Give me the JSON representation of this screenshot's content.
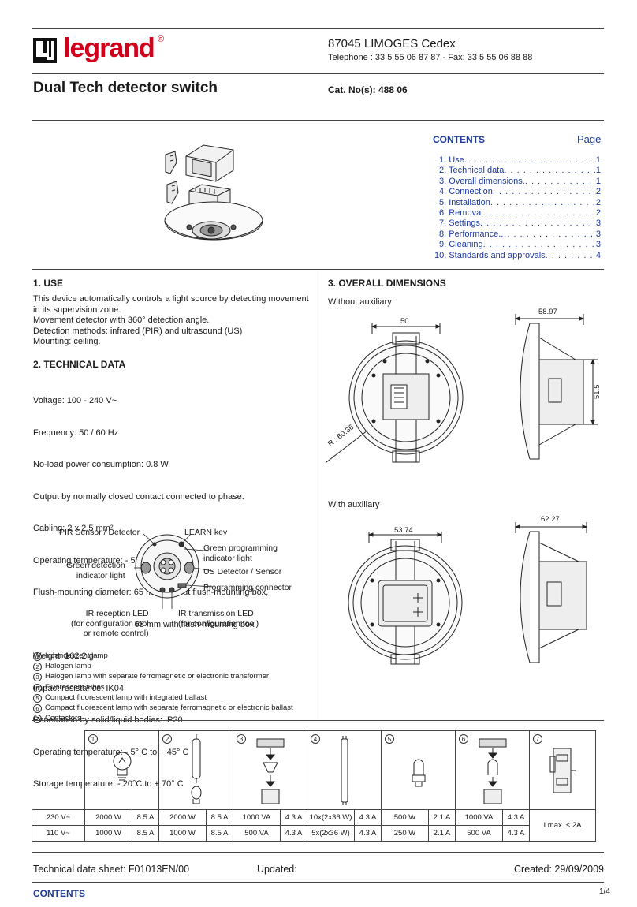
{
  "header": {
    "brand": "legrand",
    "brand_reg": "®",
    "company": "87045 LIMOGES Cedex",
    "phone": "Telephone : 33 5 55 06 87 87 - Fax: 33 5 55 06 88 88",
    "title": "Dual Tech detector switch",
    "cat_no": "Cat. No(s): 488 06"
  },
  "contents": {
    "title": "CONTENTS",
    "page_label": "Page",
    "items": [
      {
        "label": "1. Use.",
        "page": "1"
      },
      {
        "label": "2. Technical data",
        "page": "1"
      },
      {
        "label": "3. Overall dimensions.",
        "page": "1"
      },
      {
        "label": "4. Connection",
        "page": "2"
      },
      {
        "label": "5. Installation",
        "page": "2"
      },
      {
        "label": "6. Removal",
        "page": "2"
      },
      {
        "label": "7. Settings",
        "page": "3"
      },
      {
        "label": "8. Performance.",
        "page": "3"
      },
      {
        "label": "9. Cleaning",
        "page": "3"
      },
      {
        "label": "10. Standards and approvals",
        "page": "4"
      }
    ]
  },
  "use": {
    "title": "1. USE",
    "lines": [
      "This device automatically controls a light source by detecting movement",
      "in its supervision zone.",
      "Movement detector with 360° detection angle.",
      "Detection methods: infrared (PIR) and ultrasound (US)",
      "Mounting: ceiling."
    ]
  },
  "tech": {
    "title": "2. TECHNICAL DATA",
    "lines": [
      "Voltage: 100 - 240 V~",
      "Frequency: 50 / 60 Hz",
      "No-load power consumption: 0.8 W",
      "Output by normally closed contact connected to phase.",
      "Cabling: 2 x 2.5 mm²",
      "Operating temperature: - 5° C to + 45° C",
      "Flush-mounting diameter: 65 mm without flush-mounting box,",
      "                                          68 mm with flush-mounting box",
      "Weight: 162.2 g",
      "Impact resistance: IK04",
      "Penetration by solid/liquid bodies: IP20",
      "Operating temperature: - 5° C to + 45° C",
      "Storage temperature: - 20°C to + 70° C"
    ]
  },
  "diagram_labels": {
    "pir": "PIR Sensor / Detector",
    "learn": "LEARN key",
    "green_prog": "Green programming\nindicator light",
    "green_det": "Green detection\nindicator light",
    "us": "US Detector / Sensor",
    "prog_conn": "Programming connector",
    "ir_rx": "IR reception LED\n(for configuration tool\nor remote control)",
    "ir_tx": "IR transmission LED\n(for configuration tool)"
  },
  "lamps": [
    {
      "num": "1",
      "text": "Incandescent lamp"
    },
    {
      "num": "2",
      "text": "Halogen lamp"
    },
    {
      "num": "3",
      "text": "Halogen lamp with separate ferromagnetic or electronic transformer"
    },
    {
      "num": "4",
      "text": "Fluorescent tubes"
    },
    {
      "num": "5",
      "text": "Compact fluorescent lamp with integrated ballast"
    },
    {
      "num": "6",
      "text": "Compact fluorescent lamp with separate ferromagnetic or electronic ballast"
    },
    {
      "num": "7",
      "text": "Contactors"
    }
  ],
  "dimensions": {
    "title": "3. OVERALL DIMENSIONS",
    "without_aux": "Without auxiliary",
    "with_aux": "With auxiliary",
    "d_50": "50",
    "d_5897": "58.97",
    "d_515": "51.5",
    "radius": "R : 60.36",
    "d_5374": "53.74",
    "d_6227": "62.27"
  },
  "load_table": {
    "col_nums": [
      "1",
      "2",
      "3",
      "4",
      "5",
      "6",
      "7"
    ],
    "rows": [
      {
        "voltage": "230 V~",
        "cells": [
          "2000 W",
          "8.5 A",
          "2000 W",
          "8.5 A",
          "1000 VA",
          "4.3 A",
          "10x(2x36 W)",
          "4.3 A",
          "500 W",
          "2.1 A",
          "1000 VA",
          "4.3 A"
        ]
      },
      {
        "voltage": "110 V~",
        "cells": [
          "1000 W",
          "8.5 A",
          "1000 W",
          "8.5 A",
          "500 VA",
          "4.3 A",
          "5x(2x36 W)",
          "4.3 A",
          "250 W",
          "2.1 A",
          "500 VA",
          "4.3 A"
        ]
      }
    ],
    "imax": "I max. ≤ 2A"
  },
  "footer": {
    "sheet": "Technical data sheet: F01013EN/00",
    "updated": "Updated:",
    "created": "Created: 29/09/2009",
    "contents_link": "CONTENTS",
    "page": "1/4"
  }
}
